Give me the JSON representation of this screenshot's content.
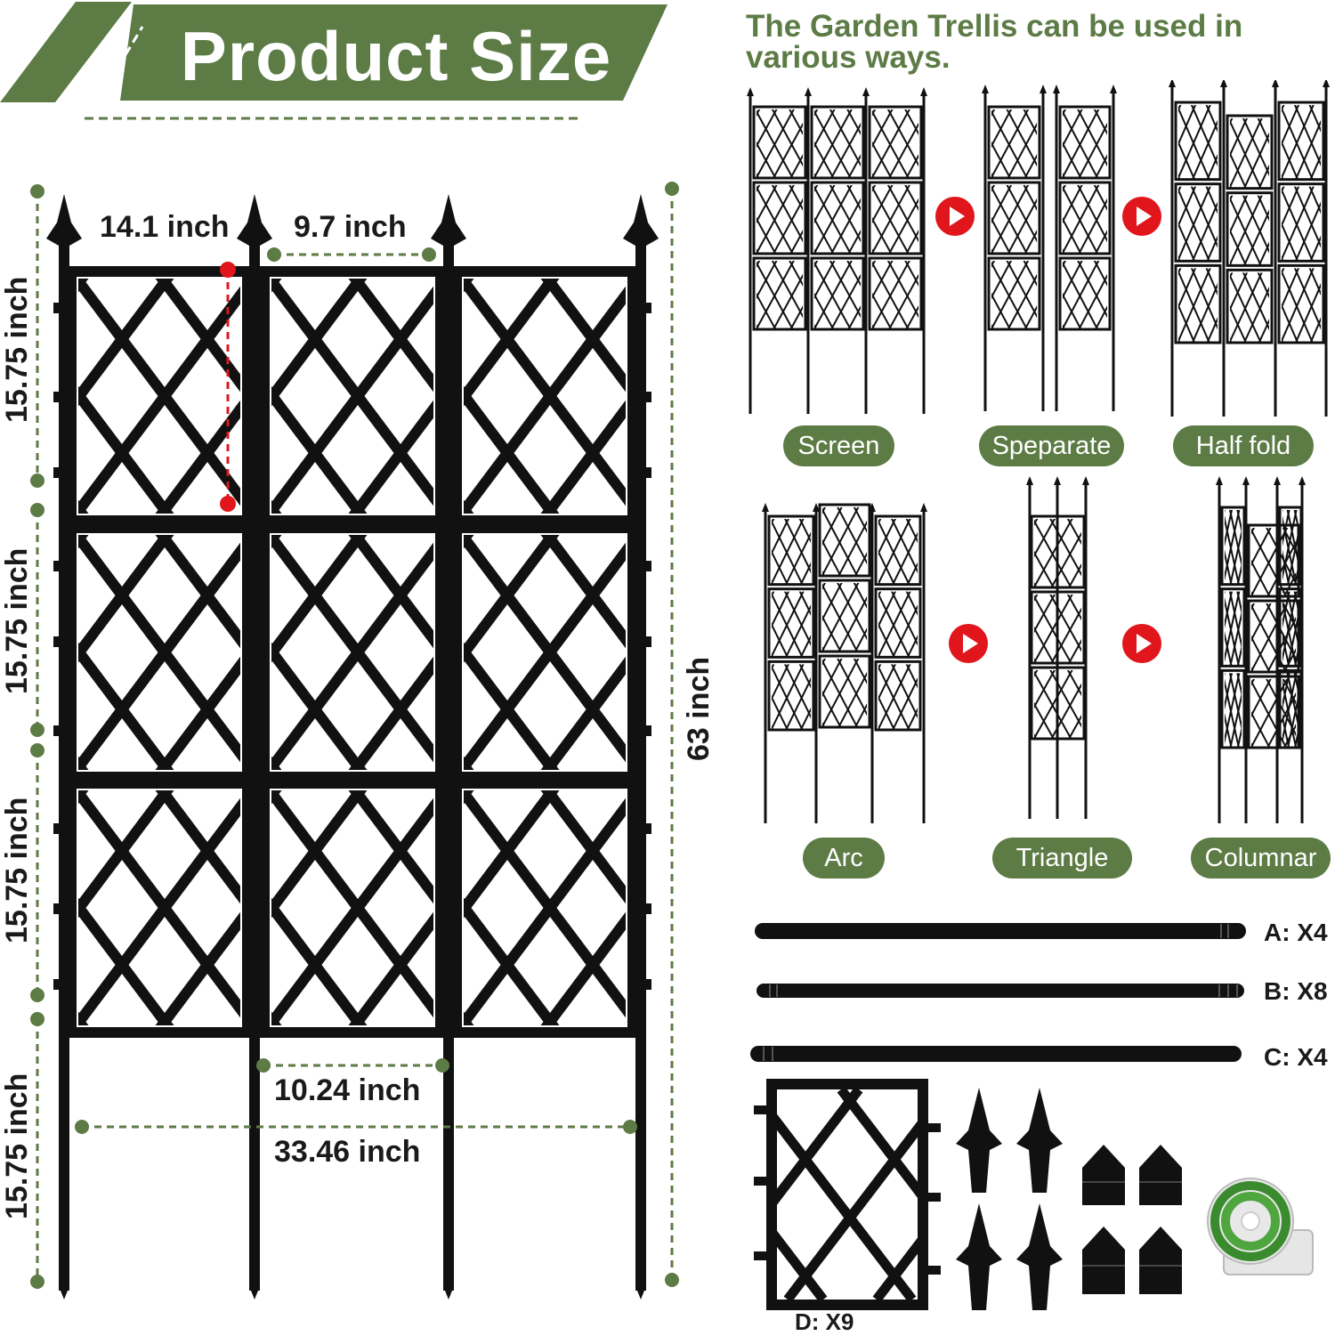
{
  "banner": {
    "title": "Product Size",
    "color": "#5c7b45"
  },
  "dimensions": {
    "panel_height_label": "14.1 inch",
    "gap_label": "9.7 inch",
    "panel_width_label": "10.24 inch",
    "total_width_label": "33.46 inch",
    "total_height_label": "63 inch",
    "segment_label": "15.75 inch"
  },
  "usage": {
    "heading": "The Garden Trellis can be used in various ways.",
    "modes": [
      "Screen",
      "Speparate",
      "Half fold",
      "Arc",
      "Triangle",
      "Columnar"
    ]
  },
  "parts": [
    {
      "label": "A: X4"
    },
    {
      "label": "B: X8"
    },
    {
      "label": "C: X4"
    },
    {
      "label": "D: X9"
    }
  ],
  "colors": {
    "accent": "#5c7b45",
    "arrow": "#e0161c",
    "dim_dot": "#5c7b45",
    "marker": "#e0161c"
  },
  "icons": [
    "play-arrow-icon",
    "spike-cap-icon",
    "ground-cap-icon",
    "tie-wire-icon"
  ]
}
